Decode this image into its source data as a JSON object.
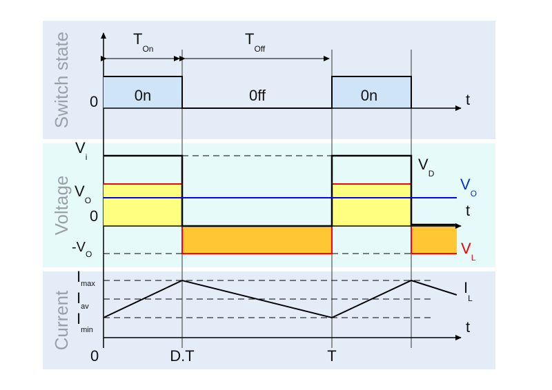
{
  "colors": {
    "panel_switch": "#e3ecf7",
    "panel_voltage": "#e6fafa",
    "panel_current": "#e3ecf7",
    "on_fill": "#cfe4f7",
    "vl_on_fill": "#ffff80",
    "vl_off_fill": "#ffc733",
    "vl_stroke": "#ff0000",
    "vo_line": "#0000ff",
    "vo_label": "#0033cc",
    "vl_label": "#ee0000",
    "axis_label": "#9aa0a8"
  },
  "panels": {
    "switch": {
      "label": "Switch state"
    },
    "voltage": {
      "label": "Voltage"
    },
    "current": {
      "label": "Current"
    }
  },
  "intervals": {
    "t_on": {
      "main": "T",
      "sub": "On"
    },
    "t_off": {
      "main": "T",
      "sub": "Off"
    }
  },
  "switch": {
    "zero_label": "0",
    "t_label": "t",
    "on1": "0n",
    "off": "0ff",
    "on2": "0n"
  },
  "voltage": {
    "vi": {
      "main": "V",
      "sub": "i"
    },
    "vo": {
      "main": "V",
      "sub": "O"
    },
    "zero": "0",
    "neg_vo": {
      "main": "-V",
      "sub": "O"
    },
    "t_label": "t",
    "vd": {
      "main": "V",
      "sub": "D"
    },
    "vo_right": {
      "main": "V",
      "sub": "O"
    },
    "vl": {
      "main": "V",
      "sub": "L"
    }
  },
  "current": {
    "imax": {
      "main": "I",
      "sub": "max"
    },
    "iav": {
      "main": "I",
      "sub": "av"
    },
    "imin": {
      "main": "I",
      "sub": "min"
    },
    "il": {
      "main": "I",
      "sub": "L"
    },
    "t_label": "t"
  },
  "time_axis": {
    "zero": "0",
    "dt": "D.T",
    "t": "T"
  }
}
